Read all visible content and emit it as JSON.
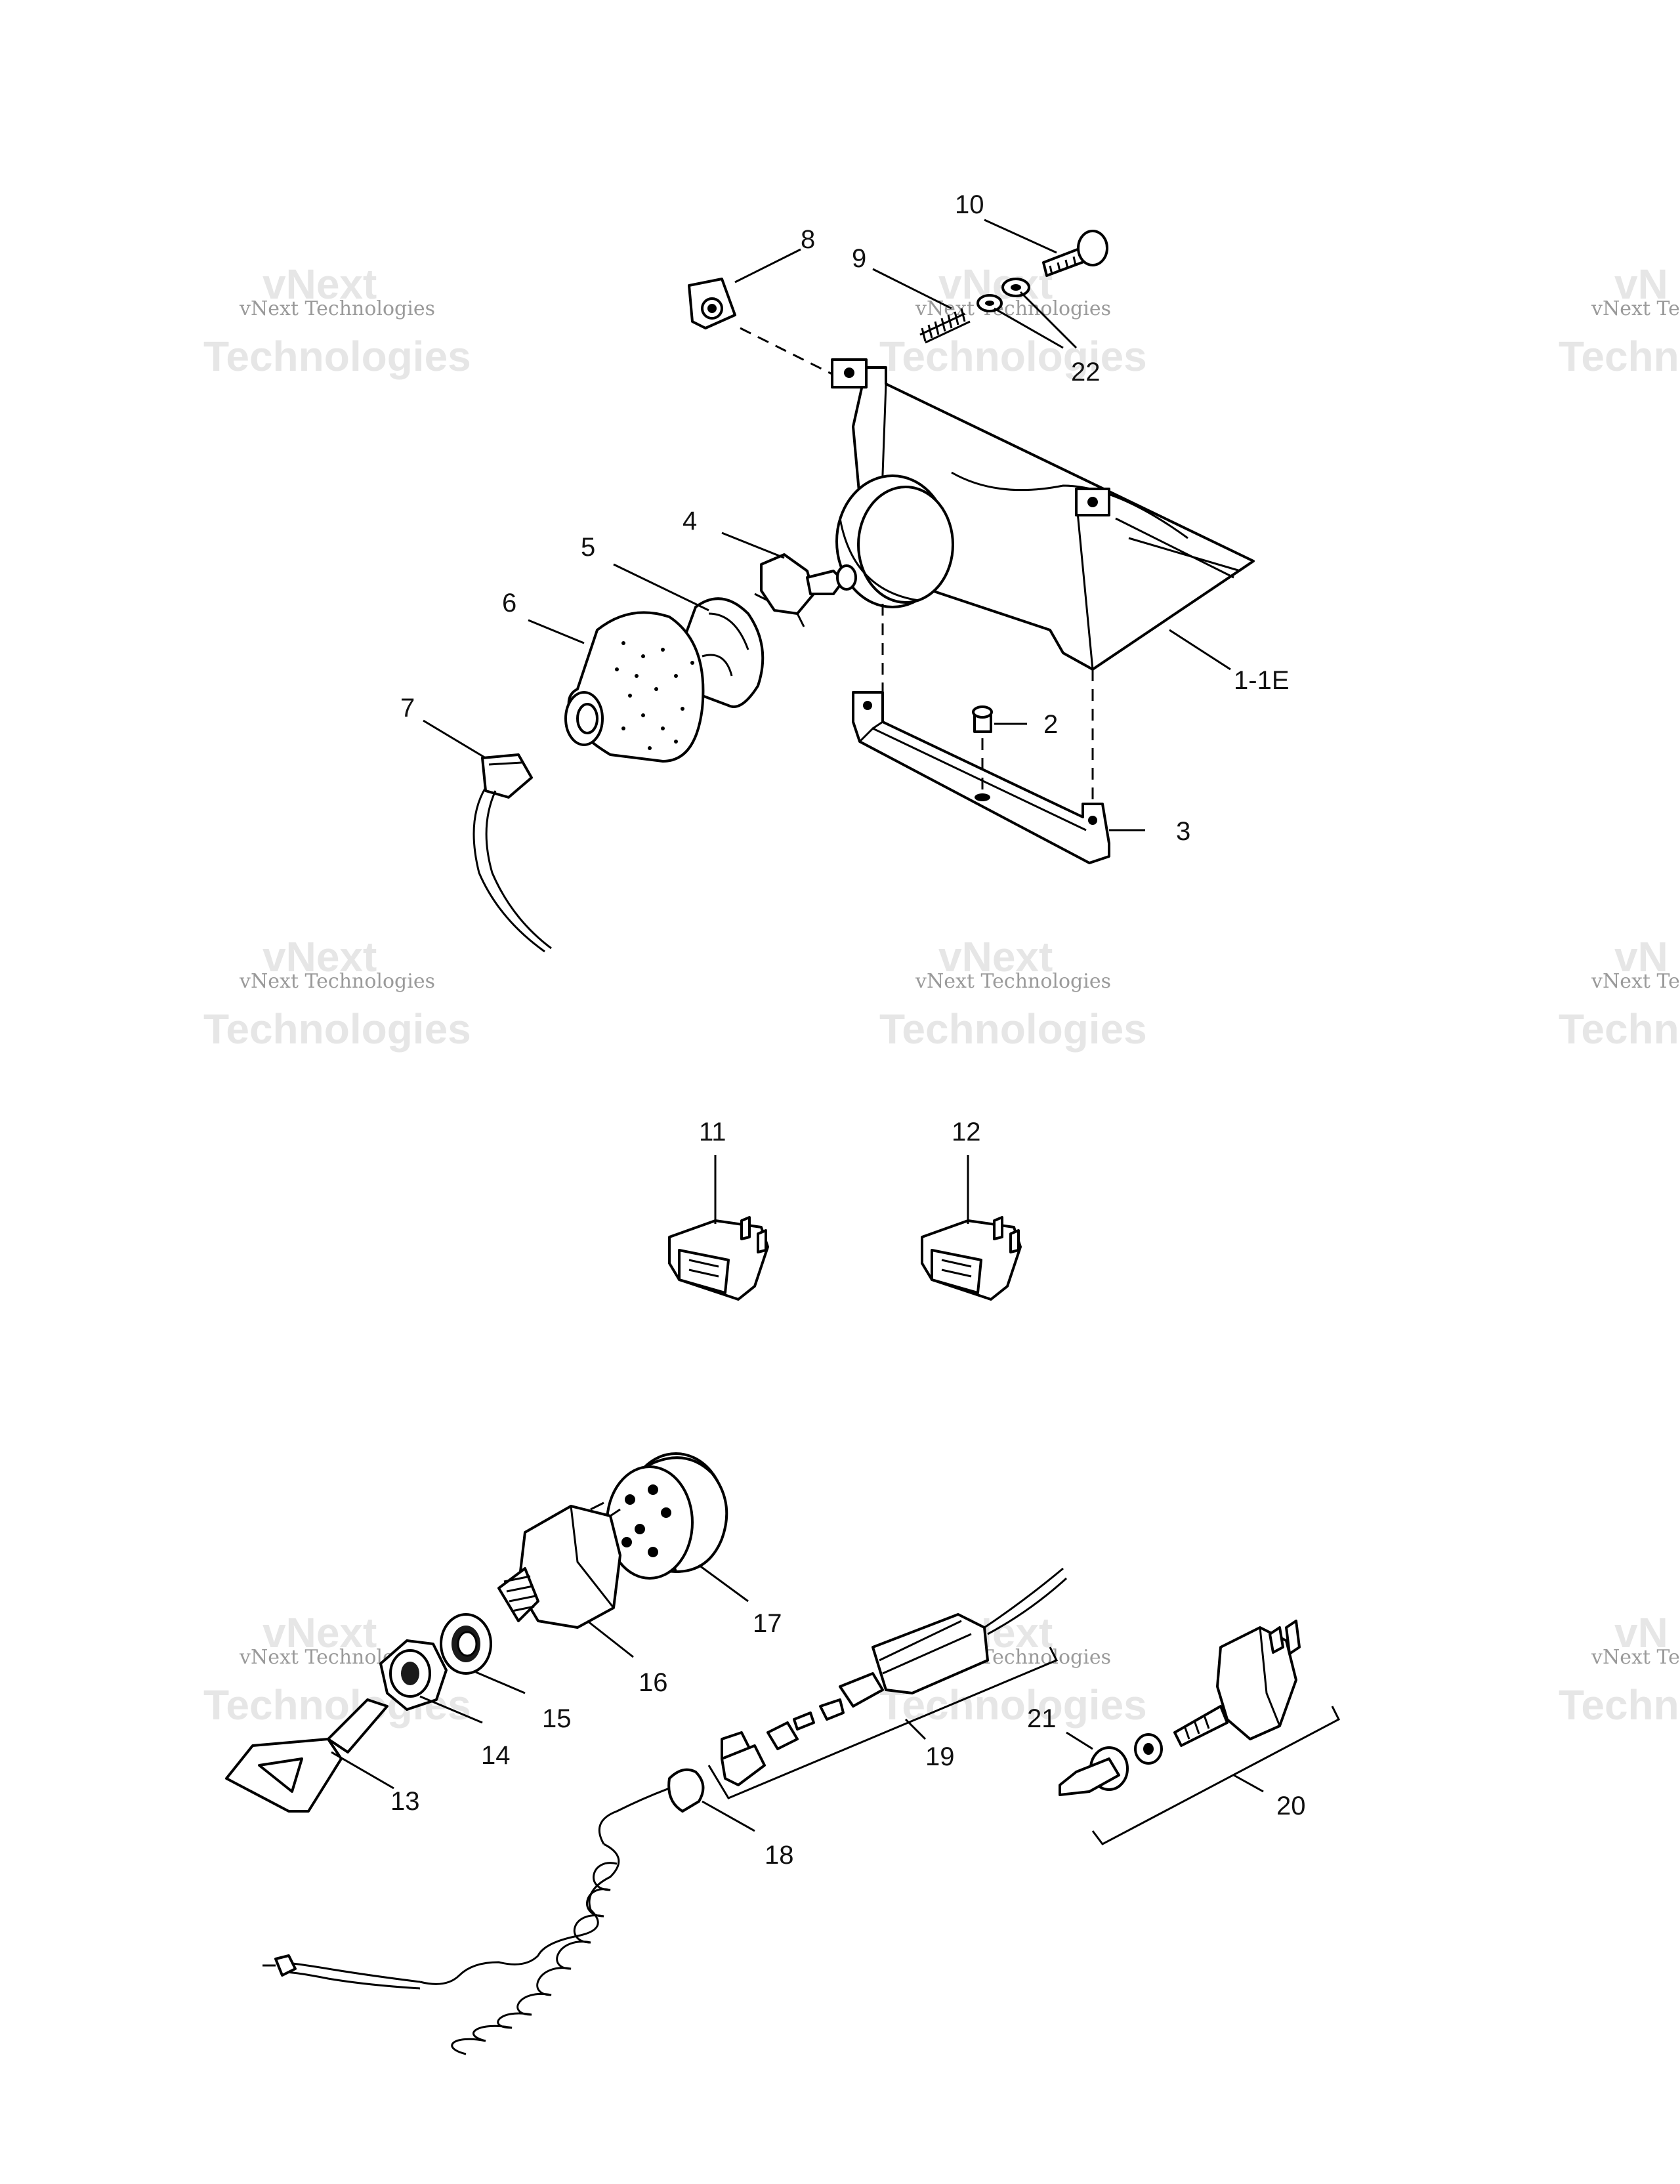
{
  "watermark": {
    "line1": "vNext",
    "line2": "vNext Technologies",
    "line3": "Technologies",
    "partial_line1": "vN",
    "partial_line2": "vNext Te",
    "partial_line3": "Techn"
  },
  "callouts": {
    "c1": "1-1E",
    "c2": "2",
    "c3": "3",
    "c4": "4",
    "c5": "5",
    "c6": "6",
    "c7": "7",
    "c8": "8",
    "c9": "9",
    "c10": "10",
    "c11": "11",
    "c12": "12",
    "c13": "13",
    "c14": "14",
    "c15": "15",
    "c16": "16",
    "c17": "17",
    "c18": "18",
    "c19": "19",
    "c20": "20",
    "c21": "21",
    "c22": "22"
  }
}
